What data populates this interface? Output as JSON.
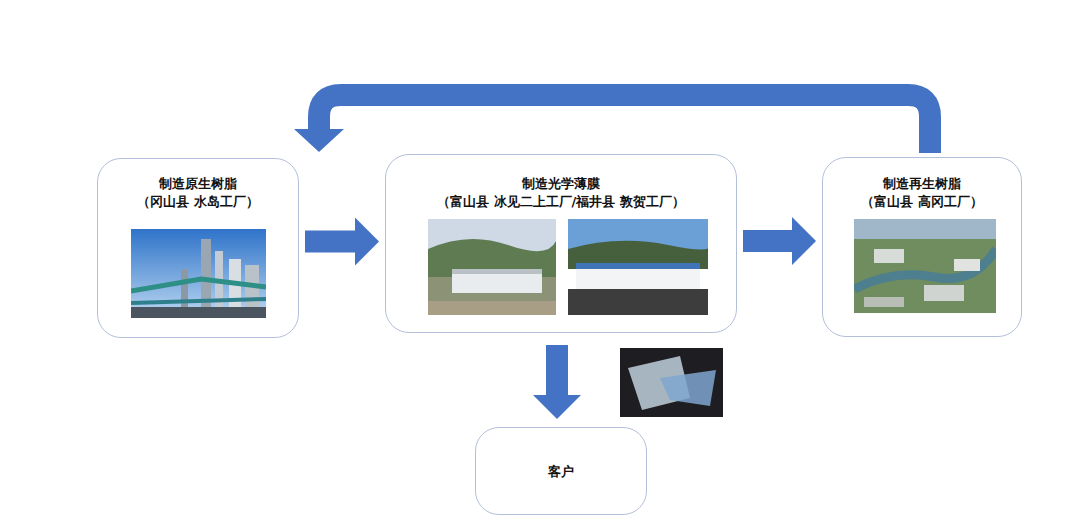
{
  "diagram": {
    "nodes": [
      {
        "text": [
          "制造原生树脂",
          "（冈山县 水岛工厂）"
        ]
      },
      {
        "text": [
          "制造光学薄膜",
          "（富山县 冰见二上工厂/福井县 敦贺工厂）"
        ]
      },
      {
        "text": [
          "制造再生树脂",
          "（富山县 高冈工厂）"
        ]
      },
      {
        "text": [
          "客户"
        ]
      }
    ],
    "edges": [
      {
        "from": 0,
        "to": 1,
        "arrow": "to"
      },
      {
        "from": 1,
        "to": 2,
        "arrow": "to"
      },
      {
        "from": 1,
        "to": 3,
        "arrow": "to"
      },
      {
        "from": 2,
        "to": 0,
        "arrow": "to"
      }
    ]
  }
}
